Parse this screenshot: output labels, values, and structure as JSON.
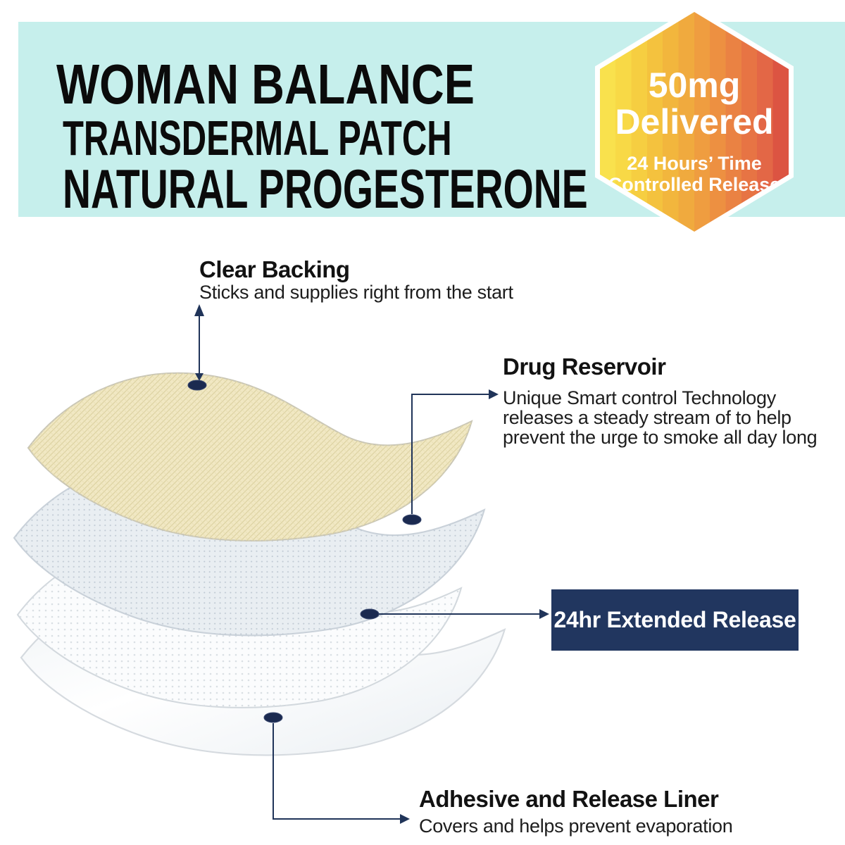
{
  "colors": {
    "banner_bg": "#C6EFEC",
    "title_text": "#0B0B0B",
    "body_text": "#1D1D1D",
    "navy_line": "#203459",
    "navy_dot": "#1B2A50",
    "box_bg": "#21365F",
    "box_text": "#FFFFFF",
    "badge_yellow": "#F9E14D",
    "badge_orange": "#EF9D40",
    "badge_red": "#DC5442",
    "layer_clear_backing": "#F1E8C3",
    "layer_drug_reservoir": "#E9EEF2",
    "layer_extended_release": "#FBFCFD",
    "layer_adhesive_liner": "#FDFDFE"
  },
  "banner": {
    "line1": "WOMAN BALANCE",
    "line2": "TRANSDERMAL PATCH",
    "line3": "NATURAL PROGESTERONE"
  },
  "badge": {
    "amount": "50mg",
    "amount_sub": "Delivered",
    "note_line1": "24 Hours’ Time",
    "note_line2": "Controlled Release"
  },
  "callouts": {
    "clear_backing": {
      "title": "Clear Backing",
      "desc": "Sticks and supplies right from the start"
    },
    "drug_reservoir": {
      "title": "Drug Reservoir",
      "desc_line1": "Unique Smart control Technology",
      "desc_line2": "releases a steady stream of to help",
      "desc_line3": "prevent the urge to smoke all day long"
    },
    "extended_release": {
      "title": "24hr Extended Release"
    },
    "adhesive_liner": {
      "title": "Adhesive and Release Liner",
      "desc": "Covers and helps prevent evaporation"
    }
  },
  "diagram": {
    "layer_names": [
      "clear-backing-layer",
      "drug-reservoir-layer",
      "extended-release-layer",
      "adhesive-and-release-liner-layer"
    ]
  }
}
